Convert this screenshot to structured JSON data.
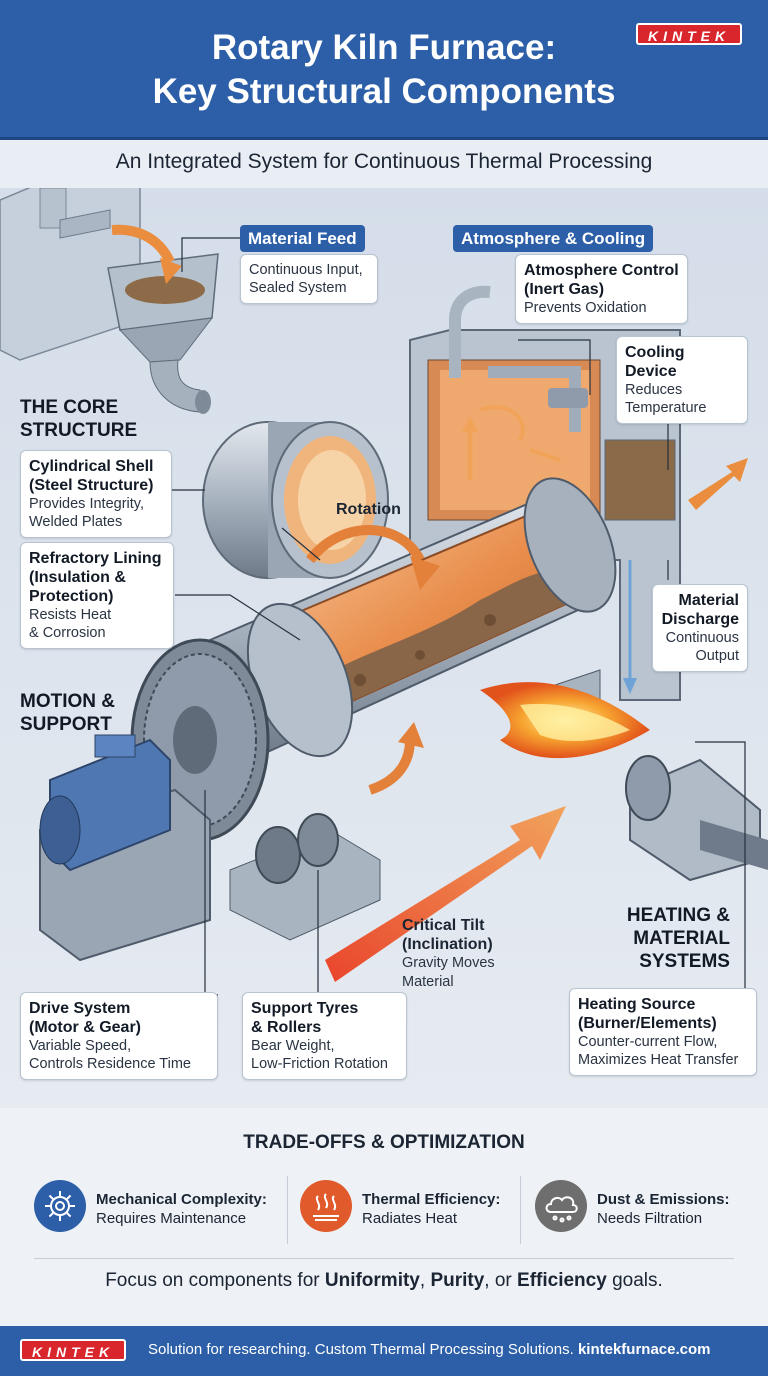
{
  "header": {
    "title_line1": "Rotary Kiln Furnace:",
    "title_line2": "Key Structural Components",
    "subtitle": "An Integrated System for Continuous Thermal Processing",
    "brand": "KINTEK"
  },
  "sections": {
    "core": [
      "THE CORE",
      "STRUCTURE"
    ],
    "motion": [
      "MOTION &",
      "SUPPORT"
    ],
    "heating": [
      "HEATING &",
      "MATERIAL",
      "SYSTEMS"
    ]
  },
  "tags": {
    "material_feed": "Material Feed",
    "atmosphere_cooling": "Atmosphere & Cooling"
  },
  "cards": {
    "material_feed": {
      "desc": [
        "Continuous Input,",
        "Sealed System"
      ]
    },
    "atmosphere_control": {
      "title": [
        "Atmosphere Control",
        "(Inert Gas)"
      ],
      "desc": [
        "Prevents Oxidation"
      ]
    },
    "cooling_device": {
      "title": [
        "Cooling Device"
      ],
      "desc": [
        "Reduces",
        "Temperature"
      ]
    },
    "cylindrical_shell": {
      "title": [
        "Cylindrical Shell",
        "(Steel Structure)"
      ],
      "desc": [
        "Provides Integrity,",
        "Welded Plates"
      ]
    },
    "refractory_lining": {
      "title": [
        "Refractory Lining",
        "(Insulation &",
        "Protection)"
      ],
      "desc": [
        "Resists Heat",
        "& Corrosion"
      ]
    },
    "material_discharge": {
      "title": [
        "Material",
        "Discharge"
      ],
      "desc": [
        "Continuous",
        "Output"
      ]
    },
    "drive_system": {
      "title": [
        "Drive System",
        "(Motor & Gear)"
      ],
      "desc": [
        "Variable Speed,",
        "Controls Residence Time"
      ]
    },
    "support_tyres": {
      "title": [
        "Support Tyres",
        "& Rollers"
      ],
      "desc": [
        "Bear Weight,",
        "Low-Friction Rotation"
      ]
    },
    "heating_source": {
      "title": [
        "Heating Source",
        "(Burner/Elements)"
      ],
      "desc": [
        "Counter-current Flow,",
        "Maximizes Heat Transfer"
      ]
    }
  },
  "labels": {
    "rotation": "Rotation",
    "critical_tilt": {
      "title": [
        "Critical Tilt",
        "(Inclination)"
      ],
      "desc": [
        "Gravity Moves",
        "Material"
      ]
    }
  },
  "tradeoffs": {
    "title": "TRADE-OFFS & OPTIMIZATION",
    "items": [
      {
        "title": "Mechanical Complexity:",
        "desc": "Requires Maintenance",
        "icon": "gear-icon",
        "color": "#2c5fa8"
      },
      {
        "title": "Thermal Efficiency:",
        "desc": "Radiates Heat",
        "icon": "heat-icon",
        "color": "#e05a2b"
      },
      {
        "title": "Dust & Emissions:",
        "desc": "Needs Filtration",
        "icon": "dust-cloud-icon",
        "color": "#6e6e6e"
      }
    ]
  },
  "focus": {
    "pre": "Focus on components for ",
    "w1": "Uniformity",
    "sep1": ", ",
    "w2": "Purity",
    "sep2": ", or ",
    "w3": "Efficiency",
    "post": " goals."
  },
  "footer": {
    "brand": "KINTEK",
    "text": "Solution for researching. Custom Thermal Processing Solutions. ",
    "site": "kintekfurnace.com"
  },
  "colors": {
    "primary": "#2c5fa8",
    "accent_red": "#d8262c",
    "flame": "#f39a2a",
    "arrow": "#e8874a"
  }
}
